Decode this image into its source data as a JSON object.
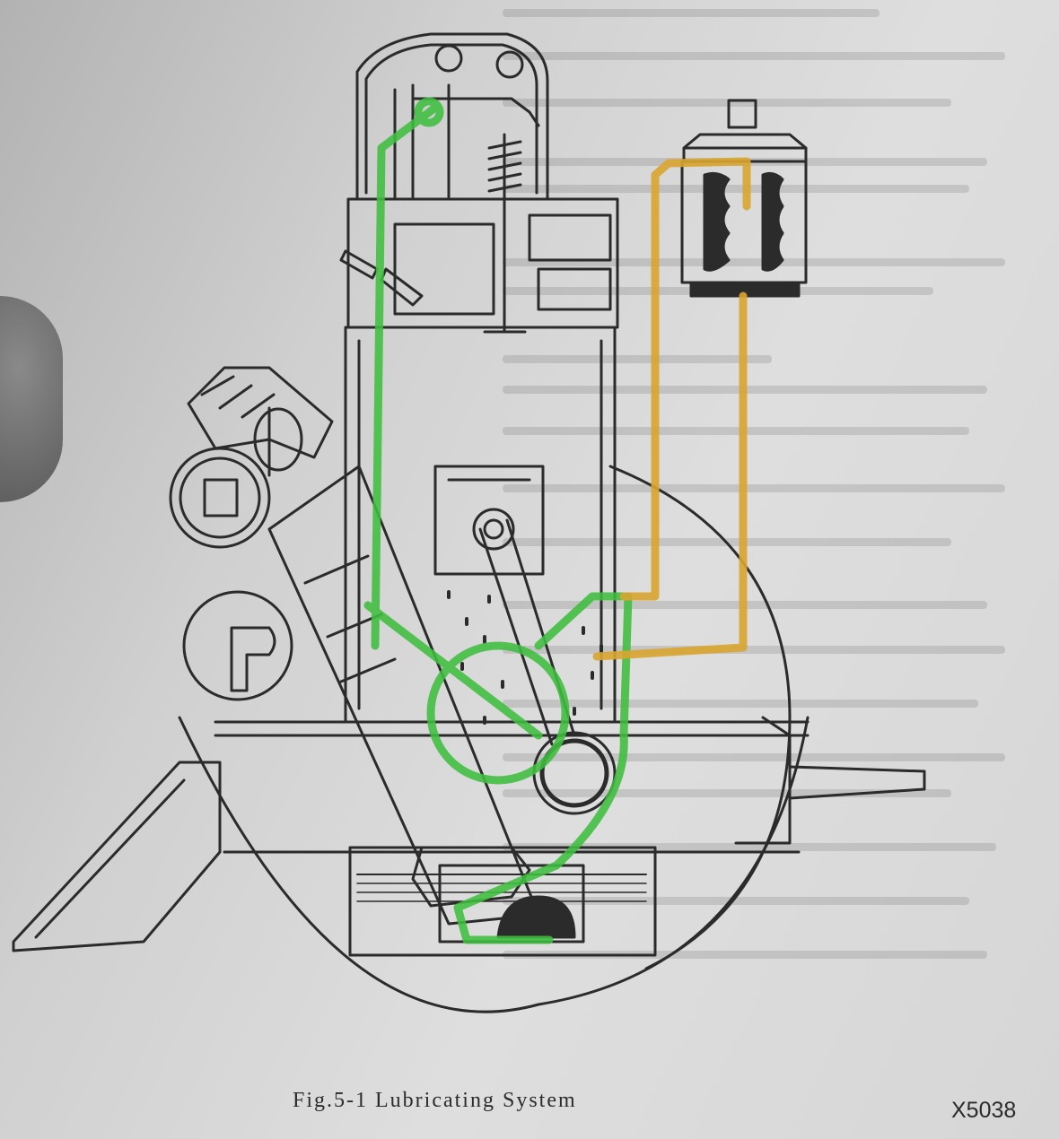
{
  "figure": {
    "caption": "Fig.5-1   Lubricating System",
    "code": "X5038"
  },
  "colors": {
    "paper": "#d6d6d6",
    "ink": "#2b2b2b",
    "oil_feed_path": "#3fbe3f",
    "oil_return_path": "#d9a530"
  },
  "icons": [
    "engine-cross-section",
    "oil-filter",
    "oil-pump",
    "distributor",
    "crankshaft",
    "piston",
    "valve-train"
  ]
}
